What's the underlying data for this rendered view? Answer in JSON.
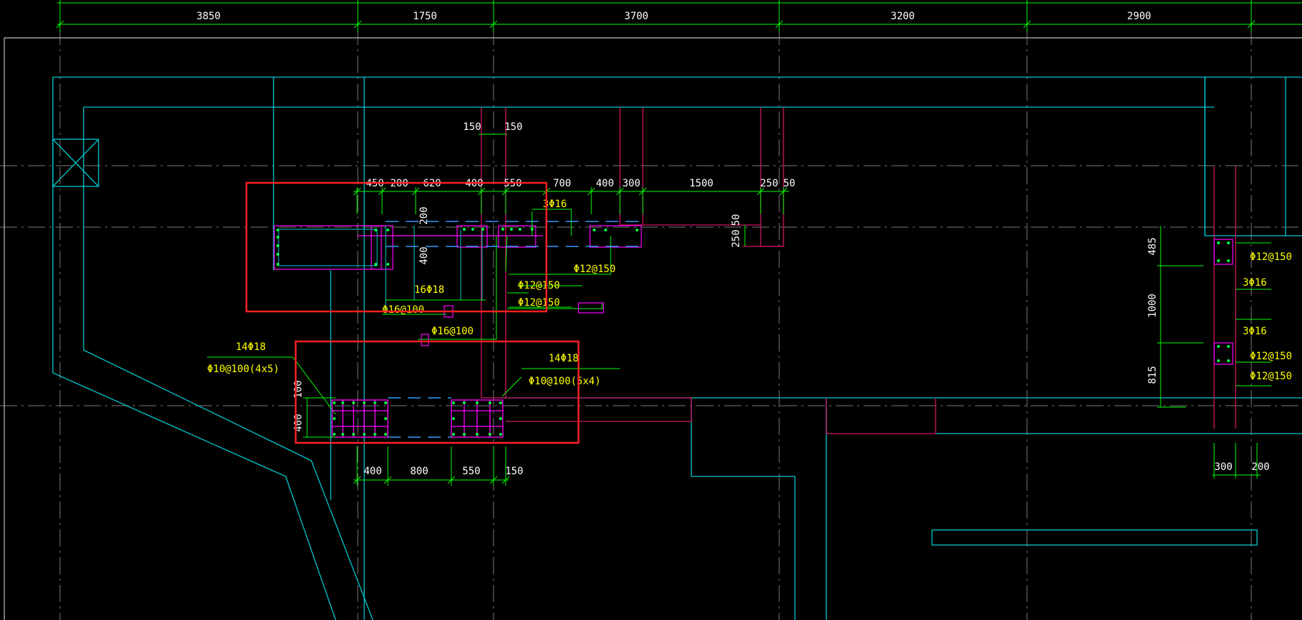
{
  "colors": {
    "background": "#000000",
    "axis_grid": "#888888",
    "dimension_line": "#00ff00",
    "dimension_text": "#ffffff",
    "outline": "#00c8d0",
    "wall": "#e0106a",
    "rebar_line": "#ff00ff",
    "annotation": "#ffff00",
    "highlight_box": "#ff2020"
  },
  "top_dimensions": [
    "3850",
    "1750",
    "3700",
    "3200",
    "2900"
  ],
  "upper_dimensions": [
    "150",
    "150",
    "450",
    "200",
    "620",
    "400",
    "550",
    "700",
    "400",
    "300",
    "1500",
    "250",
    "50"
  ],
  "left_vertical_dims": [
    "200",
    "400"
  ],
  "right_vertical_dims": [
    "50",
    "250"
  ],
  "lower_dimensions": [
    "400",
    "800",
    "550",
    "150"
  ],
  "lower_vertical_dims": [
    "100",
    "400"
  ],
  "far_right_vertical_dims": [
    "485",
    "1000",
    "815"
  ],
  "far_right_bottom_dims": [
    "300",
    "200"
  ],
  "annotations": {
    "upper_box_16a": "16Φ18",
    "upper_box_stirrup": "Φ16@100",
    "mid_stirrup": "Φ16@100",
    "bar_3_16_top": "3Φ16",
    "phi12_a": "Φ12@150",
    "phi12_b": "Φ12@150",
    "phi12_c": "Φ12@150",
    "lower_left_main": "14Φ18",
    "lower_left_stirrup": "Φ10@100(4x5)",
    "lower_right_main": "14Φ18",
    "lower_right_stirrup": "Φ10@100(5x4)",
    "right_phi12_top": "Φ12@150",
    "right_3_16_top": "3Φ16",
    "right_3_16_bottom": "3Φ16",
    "right_phi12_mid": "Φ12@150",
    "right_phi12_bottom": "Φ12@150"
  }
}
